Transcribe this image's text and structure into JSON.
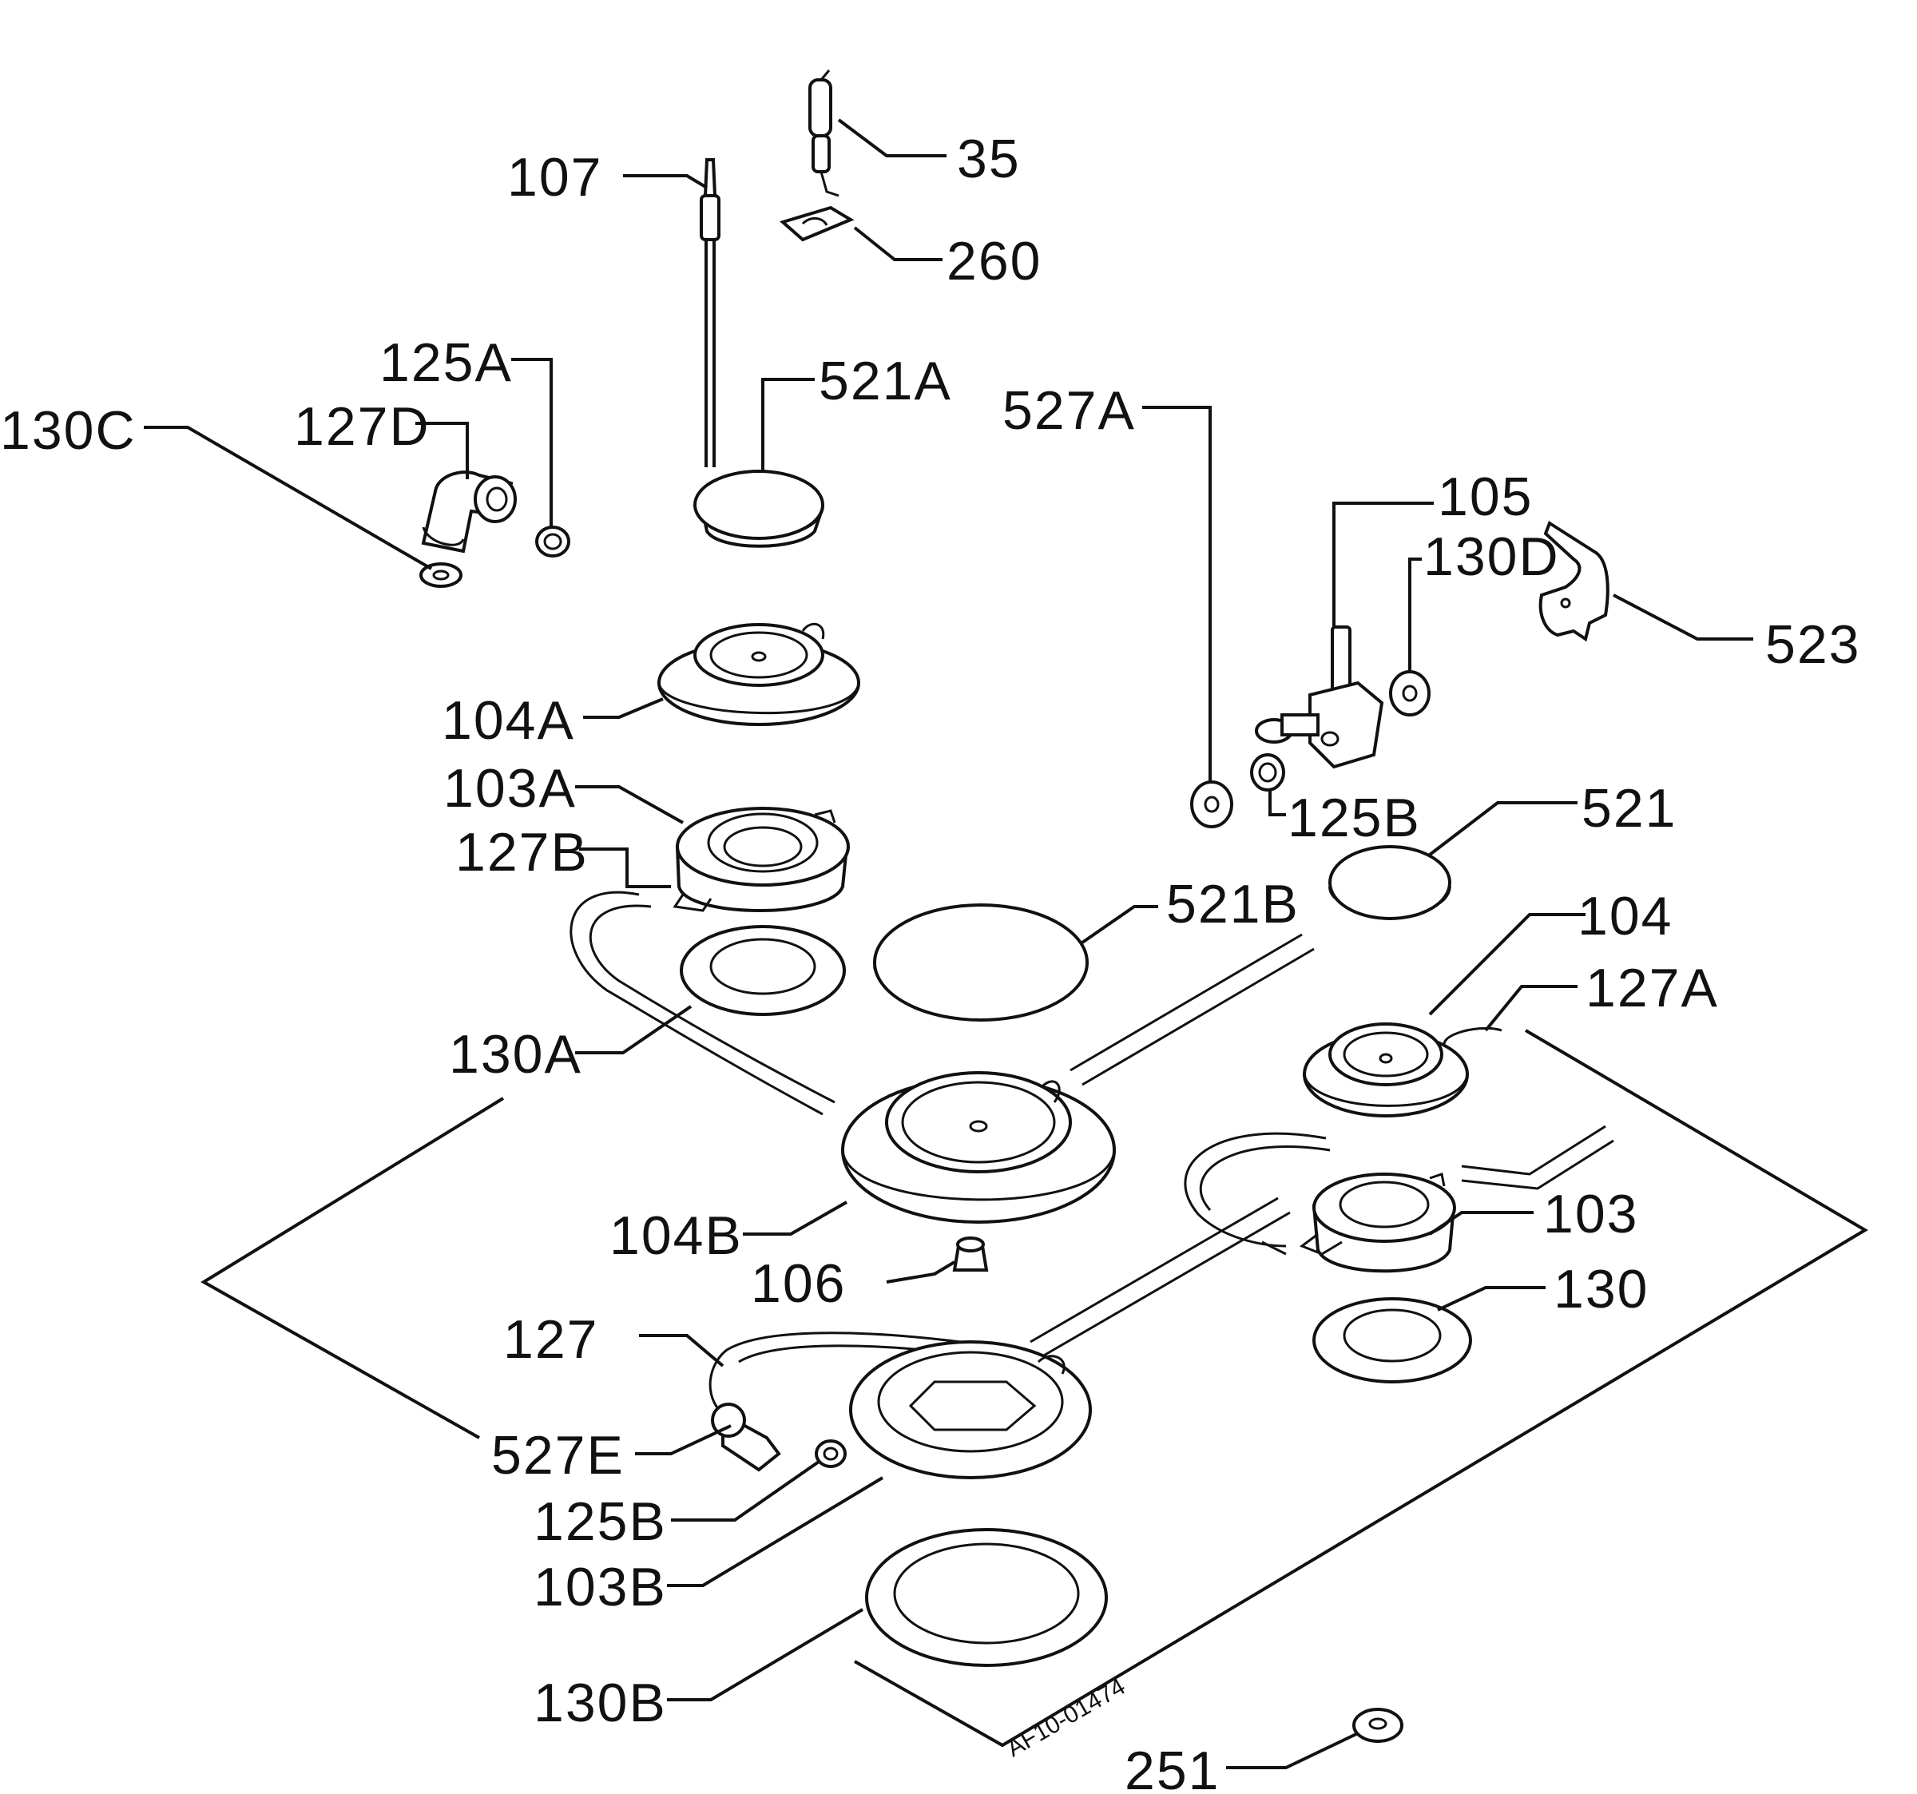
{
  "labels": {
    "l35": "35",
    "l260": "260",
    "l107": "107",
    "l125A": "125A",
    "l521A": "521A",
    "l527A": "527A",
    "l130C": "130C",
    "l127D": "127D",
    "l105": "105",
    "l130D": "130D",
    "l523": "523",
    "l104A": "104A",
    "l103A": "103A",
    "l127B": "127B",
    "l125B_top": "125B",
    "l521": "521",
    "l521B": "521B",
    "l104": "104",
    "l127A": "127A",
    "l130A": "130A",
    "l104B": "104B",
    "l103": "103",
    "l106": "106",
    "l130": "130",
    "l127": "127",
    "l527E": "527E",
    "l125B_bottom": "125B",
    "l103B": "103B",
    "l130B": "130B",
    "l251": "251"
  },
  "drawing_ref": "AF10-01474",
  "colors": {
    "ink": "#111111",
    "paper": "#ffffff"
  }
}
